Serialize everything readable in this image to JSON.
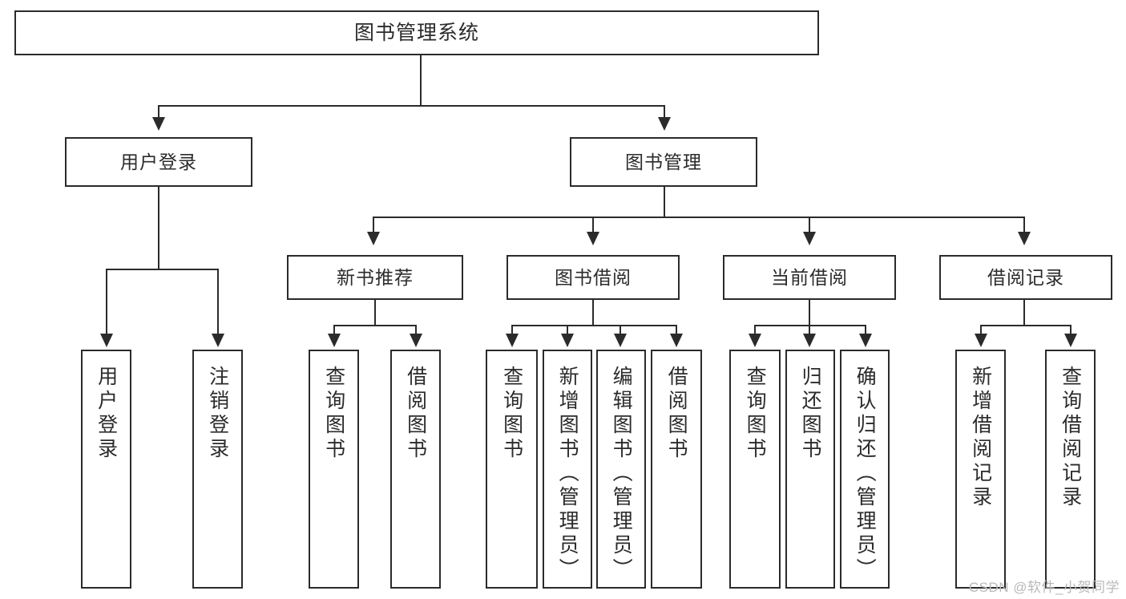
{
  "diagram": {
    "title": "图书管理系统",
    "type": "tree",
    "watermark": "CSDN @软件_小贺同学",
    "colors": {
      "stroke": "#2b2b2b",
      "background": "#ffffff",
      "text": "#2b2b2b",
      "watermark": "#b9b9b9"
    },
    "root": {
      "label": "图书管理系统"
    },
    "level2": [
      {
        "label": "用户登录"
      },
      {
        "label": "图书管理"
      }
    ],
    "level3": [
      {
        "label": "新书推荐"
      },
      {
        "label": "图书借阅"
      },
      {
        "label": "当前借阅"
      },
      {
        "label": "借阅记录"
      }
    ],
    "leaves": {
      "user_login": [
        {
          "label": "用户登录"
        },
        {
          "label": "注销登录"
        }
      ],
      "new_book": [
        {
          "label": "查询图书"
        },
        {
          "label": "借阅图书"
        }
      ],
      "book_borrow": [
        {
          "label": "查询图书"
        },
        {
          "label": "新增图书（管理员）"
        },
        {
          "label": "编辑图书（管理员）"
        },
        {
          "label": "借阅图书"
        }
      ],
      "current_borrow": [
        {
          "label": "查询图书"
        },
        {
          "label": "归还图书"
        },
        {
          "label": "确认归还（管理员）"
        }
      ],
      "borrow_record": [
        {
          "label": "新增借阅记录"
        },
        {
          "label": "查询借阅记录"
        }
      ]
    }
  }
}
